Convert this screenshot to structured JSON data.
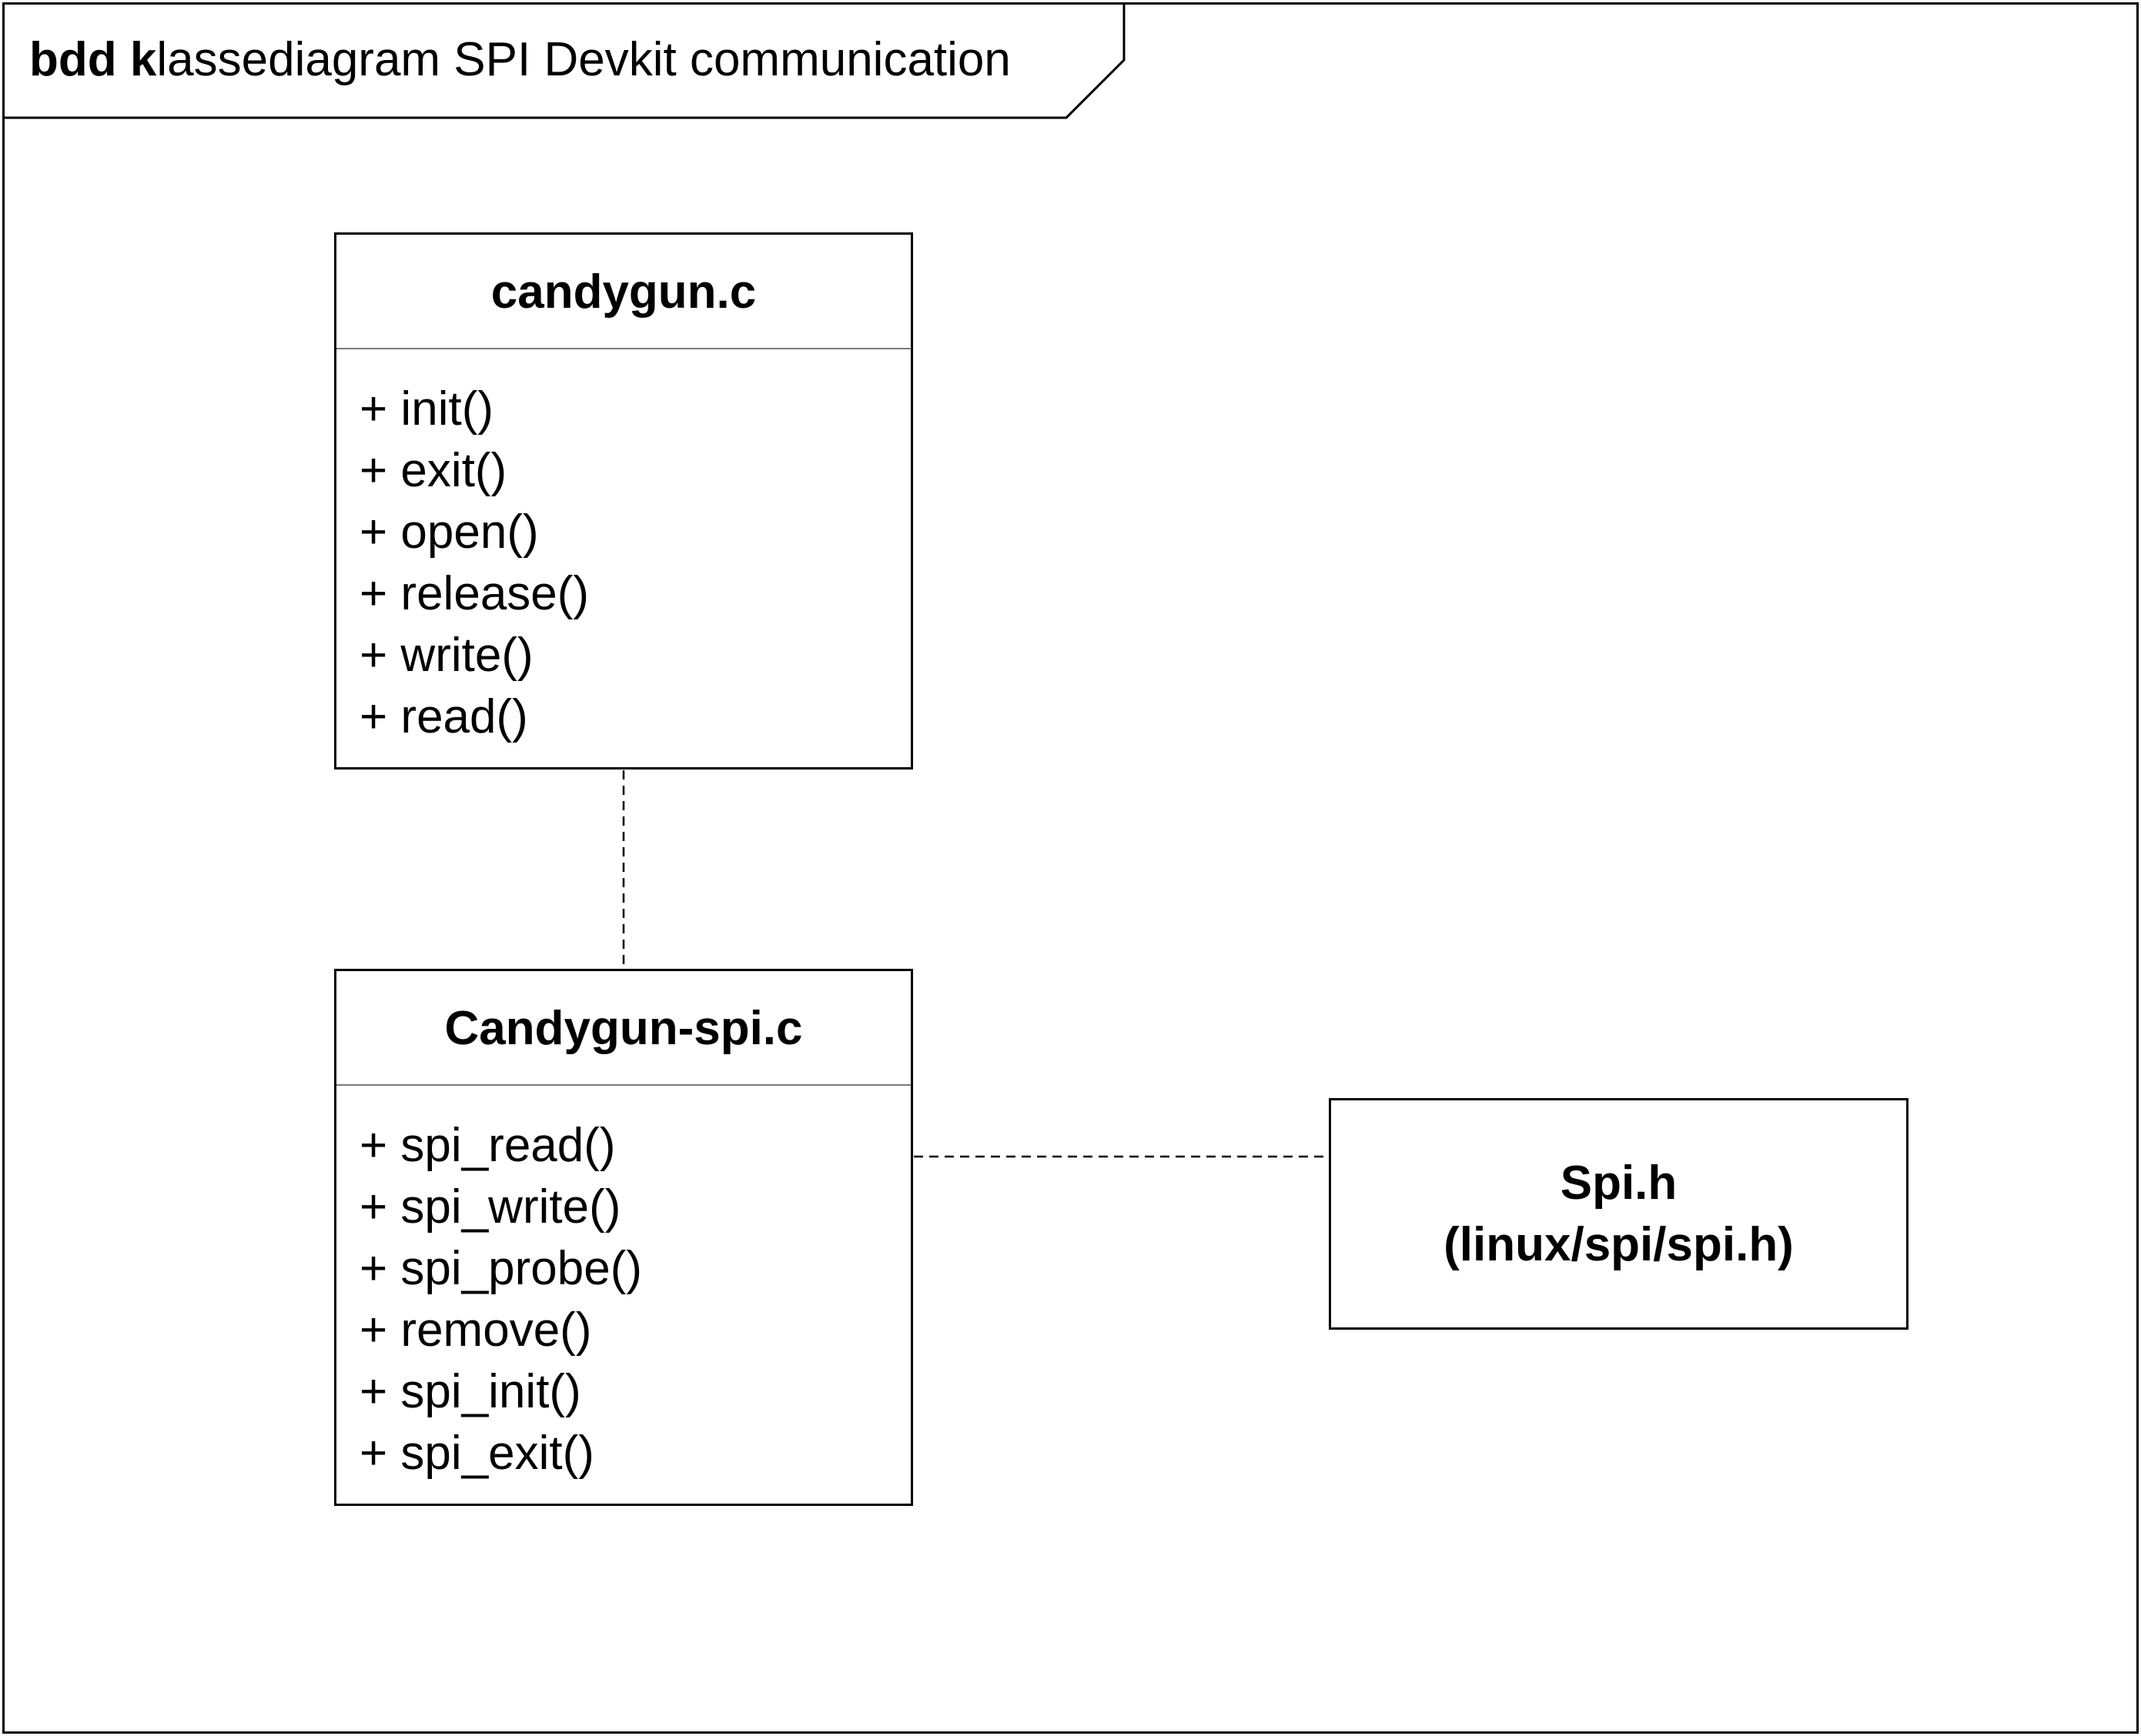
{
  "frame": {
    "keyword": "bdd",
    "title_first_bold": "k",
    "title_rest": "lassediagram SPI Devkit communication"
  },
  "classes": [
    {
      "name": "candygun.c",
      "operations": [
        "+ init()",
        "+ exit()",
        "+ open()",
        "+ release()",
        "+ write()",
        "+ read()"
      ]
    },
    {
      "name": "Candygun-spi.c",
      "operations": [
        "+ spi_read()",
        "+ spi_write()",
        "+ spi_probe()",
        "+ remove()",
        "+ spi_init()",
        "+ spi_exit()"
      ]
    },
    {
      "name_line1": "Spi.h",
      "name_line2": "(linux/spi/spi.h)"
    }
  ],
  "connectors": [
    {
      "from": "candygun.c",
      "to": "Candygun-spi.c",
      "style": "dashed"
    },
    {
      "from": "Candygun-spi.c",
      "to": "Spi.h",
      "style": "dashed"
    }
  ]
}
